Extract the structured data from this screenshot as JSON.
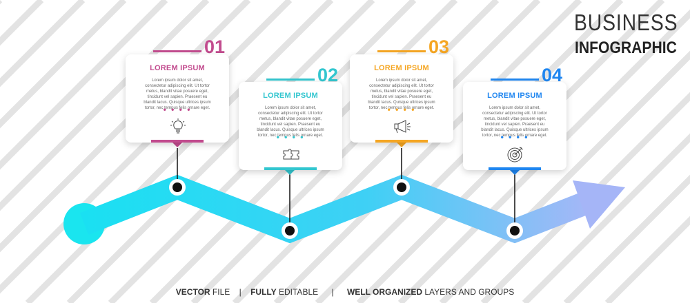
{
  "title": {
    "line1": "BUSINESS",
    "line2": "INFOGRAPHIC"
  },
  "colors": {
    "step1": "#c24b8e",
    "step2": "#33c6cf",
    "step3": "#f5a623",
    "step4": "#1f86f0",
    "arrow_start": "#1ae0f2",
    "arrow_end": "#a3b8f7"
  },
  "steps": [
    {
      "number": "01",
      "heading": "LOREM IPSUM",
      "text": "Lorem ipsum dolor sit amet, consectetur adipiscing elit. Ut tortor metus, blandit vitae posuere eget, tincidunt vel sapien. Praesent eu blandit lacus. Quisque ultrices ipsum tortor, nec tempus felis ornare eget.",
      "dots": "• • • •",
      "icon": "lightbulb-icon"
    },
    {
      "number": "02",
      "heading": "LOREM IPSUM",
      "text": "Lorem ipsum dolor sit amet, consectetur adipiscing elit. Ut tortor metus, blandit vitae posuere eget, tincidunt vel sapien. Praesent eu blandit lacus. Quisque ultrices ipsum tortor, nec tempus felis ornare eget.",
      "dots": "• • • •",
      "icon": "puzzle-icon"
    },
    {
      "number": "03",
      "heading": "LOREM IPSUM",
      "text": "Lorem ipsum dolor sit amet, consectetur adipiscing elit. Ut tortor metus, blandit vitae posuere eget, tincidunt vel sapien. Praesent eu blandit lacus. Quisque ultrices ipsum tortor, nec tempus felis ornare eget.",
      "dots": "• • • •",
      "icon": "megaphone-icon"
    },
    {
      "number": "04",
      "heading": "LOREM IPSUM",
      "text": "Lorem ipsum dolor sit amet, consectetur adipiscing elit. Ut tortor metus, blandit vitae posuere eget, tincidunt vel sapien. Praesent eu blandit lacus. Quisque ultrices ipsum tortor, nec tempus felis ornare eget.",
      "dots": "• • • •",
      "icon": "target-icon"
    }
  ],
  "footer": {
    "part1_bold": "VECTOR",
    "part1_rest": " FILE",
    "sep": "|",
    "part2_bold": "FULLY",
    "part2_rest": " EDITABLE",
    "part3_bold": "WELL ORGANIZED",
    "part3_rest": " LAYERS AND GROUPS"
  },
  "side_id": "644678949"
}
